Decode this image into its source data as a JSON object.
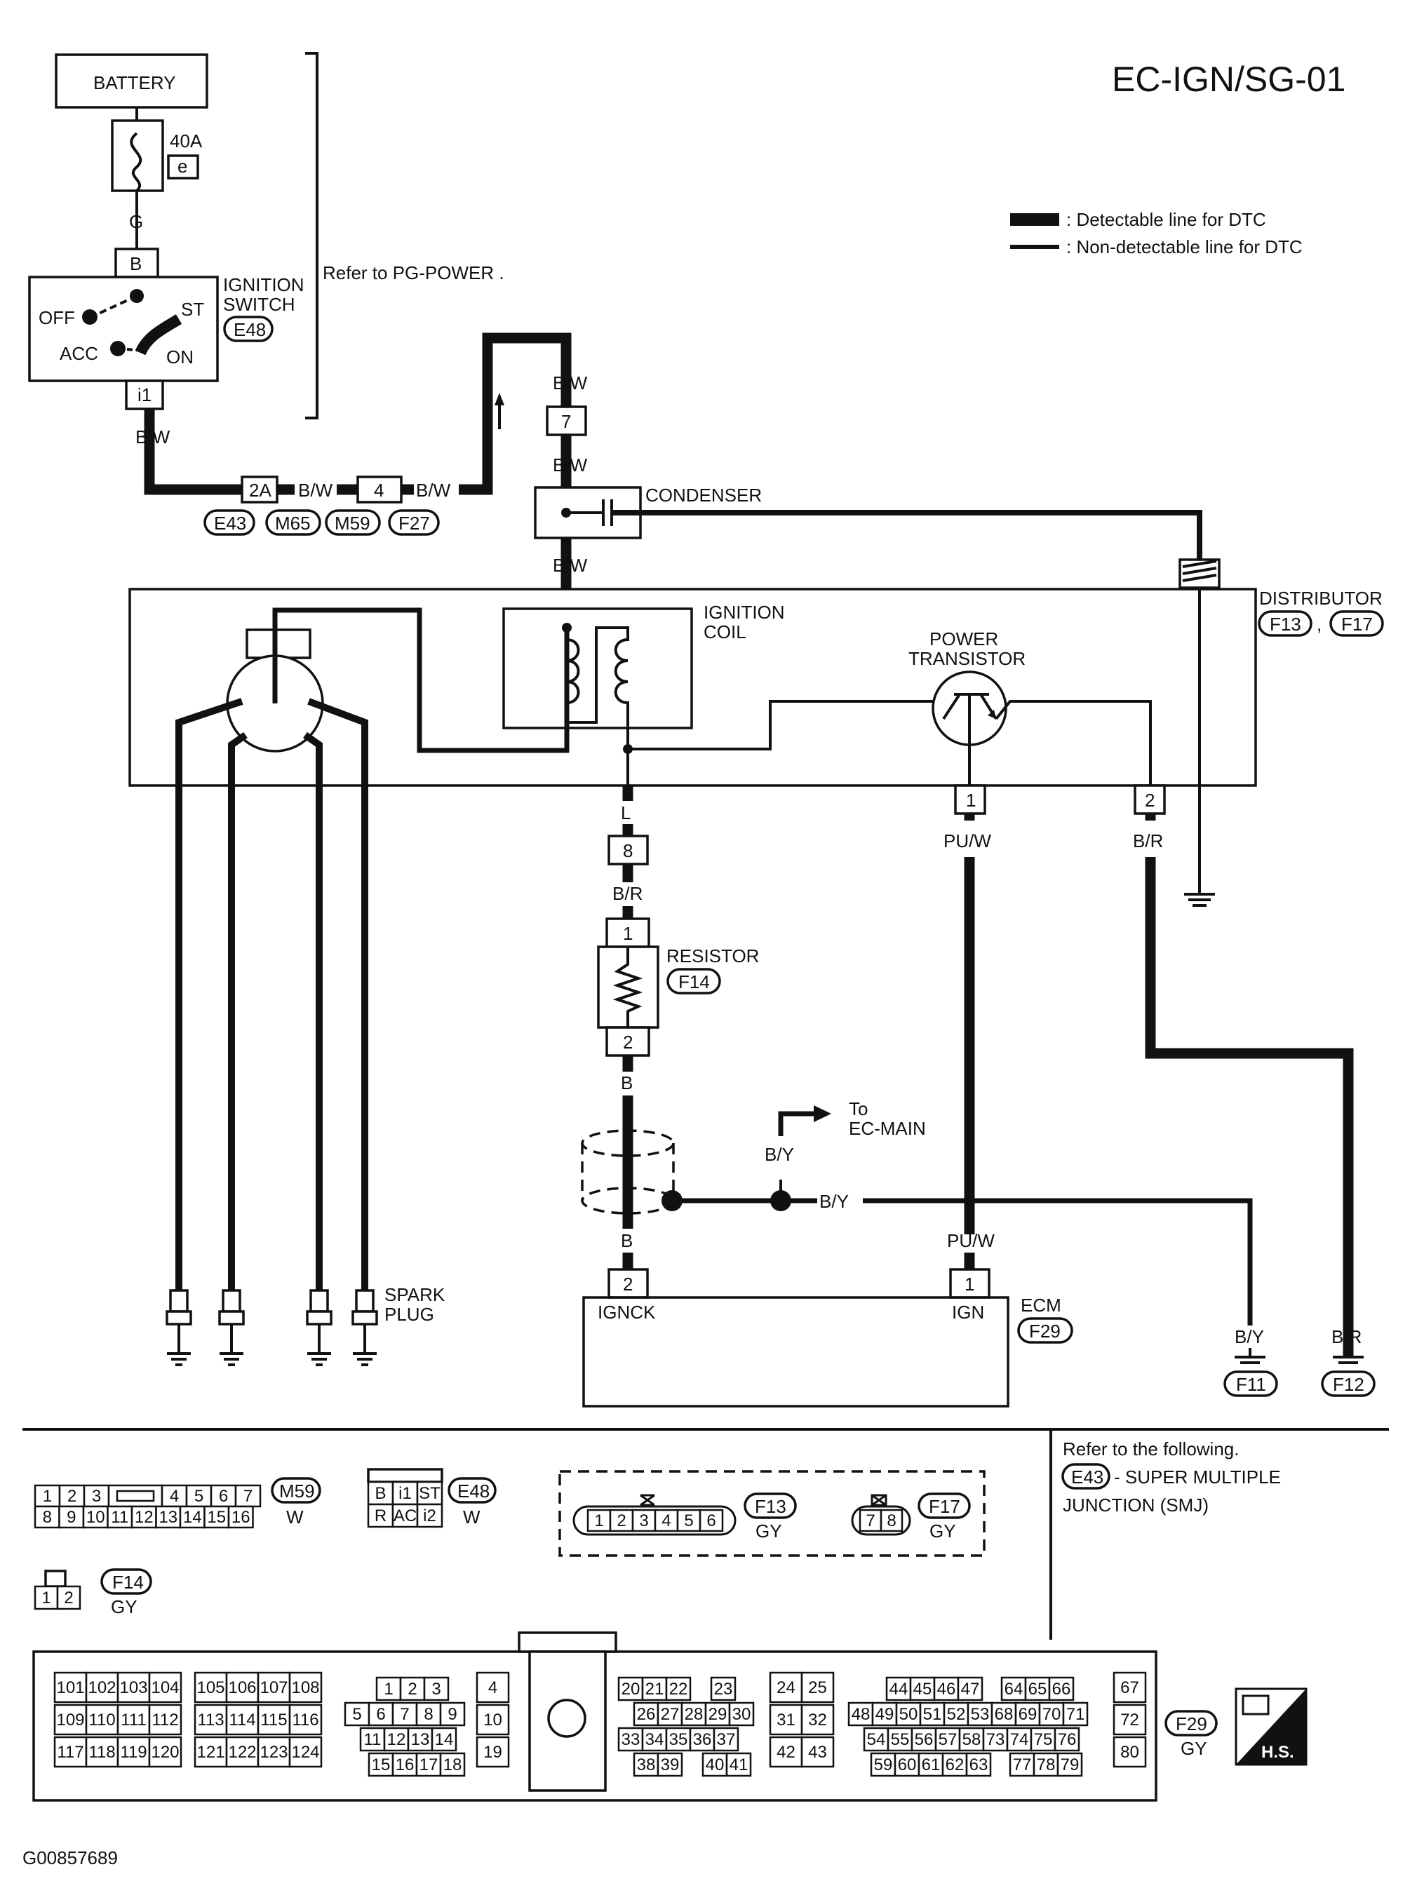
{
  "page": {
    "title": "EC-IGN/SG-01",
    "figure_id": "G00857689"
  },
  "legend": {
    "detectable": ": Detectable line for DTC",
    "non_detectable": ": Non-detectable line for DTC"
  },
  "power": {
    "battery": "BATTERY",
    "fuse_amp": "40A",
    "fuse_id": "e",
    "wire_g": "G",
    "refer": "Refer to  PG-POWER ."
  },
  "ignition_switch": {
    "label_line1": "IGNITION",
    "label_line2": "SWITCH",
    "connector": "E48",
    "pin_b": "B",
    "pin_i1": "i1",
    "off": "OFF",
    "acc": "ACC",
    "st": "ST",
    "on": "ON",
    "wire_out": "B/W"
  },
  "harness": {
    "pin_2a": "2A",
    "pin_4": "4",
    "wire": "B/W",
    "connectors": [
      "E43",
      "M65",
      "M59",
      "F27"
    ]
  },
  "condenser": {
    "label": "CONDENSER",
    "pin_7": "7",
    "wire_top": "B/W",
    "wire_mid": "B/W",
    "wire_bot": "B/W"
  },
  "distributor": {
    "label": "DISTRIBUTOR",
    "connectors": [
      "F13",
      "F17"
    ],
    "separator": ",",
    "coil_line1": "IGNITION",
    "coil_line2": "COIL",
    "transistor_line1": "POWER",
    "transistor_line2": "TRANSISTOR",
    "pin_1": "1",
    "pin_2": "2",
    "wire_1": "PU/W",
    "wire_2": "B/R",
    "wire_l": "L"
  },
  "resistor": {
    "label": "RESISTOR",
    "connector": "F14",
    "pin_8": "8",
    "pin_1": "1",
    "pin_2": "2",
    "wire_in": "B/R",
    "wire_out": "B"
  },
  "shield": {
    "to_line1": "To",
    "to_line2": "EC-MAIN",
    "wire_by": "B/Y",
    "wire_by2": "B/Y",
    "wire_b": "B"
  },
  "ecm": {
    "label": "ECM",
    "connector": "F29",
    "pin_2": "2",
    "pin_1": "1",
    "ignck": "IGNCK",
    "ign": "IGN",
    "wire_puw": "PU/W"
  },
  "spark": {
    "line1": "SPARK",
    "line2": "PLUG"
  },
  "grounds": [
    {
      "wire": "B/Y",
      "connector": "F11"
    },
    {
      "wire": "B/R",
      "connector": "F12"
    }
  ],
  "connector_views": {
    "m59": {
      "id": "M59",
      "color": "W",
      "row1": [
        "1",
        "2",
        "3",
        "",
        "4",
        "5",
        "6",
        "7"
      ],
      "row2": [
        "8",
        "9",
        "10",
        "11",
        "12",
        "13",
        "14",
        "15",
        "16"
      ]
    },
    "e48": {
      "id": "E48",
      "color": "W",
      "row1": [
        "B",
        "i1",
        "ST"
      ],
      "row2": [
        "R",
        "AC",
        "i2"
      ]
    },
    "f13": {
      "id": "F13",
      "color": "GY",
      "pins": [
        "1",
        "2",
        "3",
        "4",
        "5",
        "6"
      ]
    },
    "f17": {
      "id": "F17",
      "color": "GY",
      "pins": [
        "7",
        "8"
      ]
    },
    "f14": {
      "id": "F14",
      "color": "GY",
      "pins": [
        "1",
        "2"
      ]
    },
    "f29": {
      "id": "F29",
      "color": "GY"
    }
  },
  "refer_note": {
    "line1": "Refer to the following.",
    "connector": "E43",
    "line2": "- SUPER MULTIPLE",
    "line3": "JUNCTION (SMJ)"
  },
  "ecm_connector": {
    "blocks": [
      [
        [
          "101",
          "102",
          "103",
          "104"
        ],
        [
          "109",
          "110",
          "111",
          "112"
        ],
        [
          "117",
          "118",
          "119",
          "120"
        ]
      ],
      [
        [
          "105",
          "106",
          "107",
          "108"
        ],
        [
          "113",
          "114",
          "115",
          "116"
        ],
        [
          "121",
          "122",
          "123",
          "124"
        ]
      ],
      [
        [
          "1",
          "2",
          "3"
        ],
        [
          "5",
          "6",
          "7",
          "8",
          "9"
        ],
        [
          "11",
          "12",
          "13",
          "14"
        ],
        [
          "15",
          "16",
          "17",
          "18"
        ]
      ],
      [
        [
          "4"
        ],
        [
          "10"
        ],
        [
          "19"
        ]
      ],
      [
        [
          "20",
          "21",
          "22",
          "23"
        ],
        [
          "26",
          "27",
          "28",
          "29",
          "30"
        ],
        [
          "33",
          "34",
          "35",
          "36",
          "37"
        ],
        [
          "38",
          "39",
          "40",
          "41"
        ]
      ],
      [
        [
          "24",
          "25"
        ],
        [
          "31",
          "32"
        ],
        [
          "42",
          "43"
        ]
      ],
      [
        [
          "44",
          "45",
          "46",
          "47",
          "64",
          "65",
          "66"
        ],
        [
          "48",
          "49",
          "50",
          "51",
          "52",
          "53",
          "68",
          "69",
          "70",
          "71"
        ],
        [
          "54",
          "55",
          "56",
          "57",
          "58",
          "73",
          "74",
          "75",
          "76"
        ],
        [
          "59",
          "60",
          "61",
          "62",
          "63",
          "77",
          "78",
          "79"
        ]
      ],
      [
        [
          "67"
        ],
        [
          "72"
        ],
        [
          "80"
        ]
      ]
    ]
  },
  "hs_badge": "H.S."
}
